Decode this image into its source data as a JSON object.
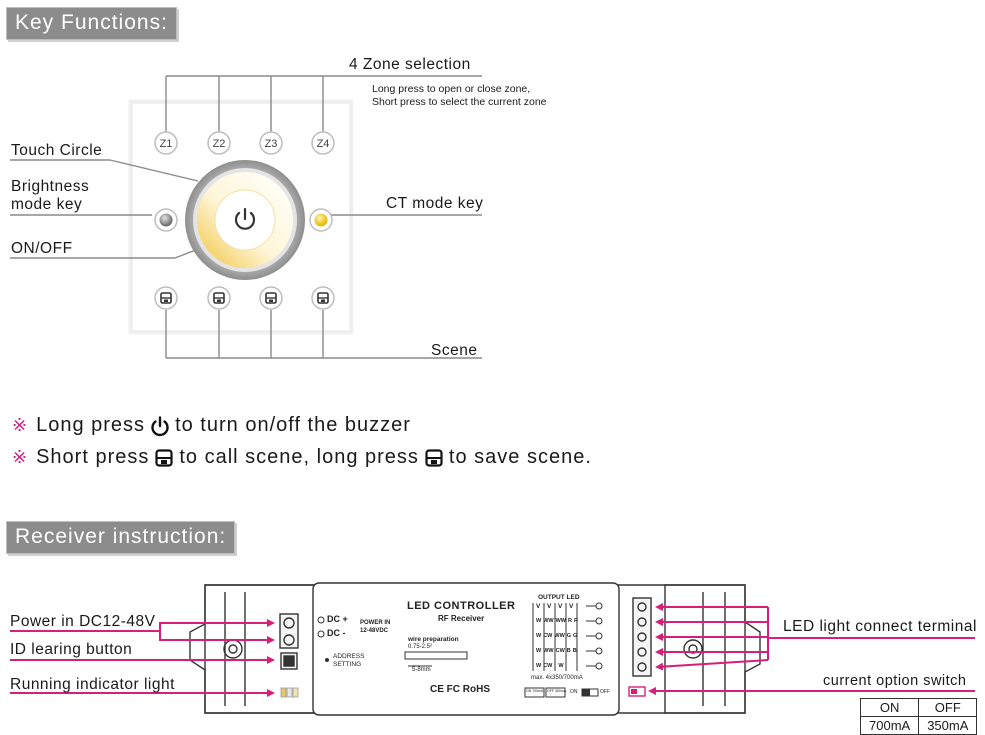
{
  "sections": {
    "key_functions": "Key Functions:",
    "receiver": "Receiver instruction:"
  },
  "panel": {
    "zone_keys": [
      "Z1",
      "Z2",
      "Z3",
      "Z4"
    ],
    "zone_title": "4 Zone selection",
    "zone_desc_1": "Long press to open or close zone,",
    "zone_desc_2": "Short press to select the current zone",
    "touch_circle": "Touch Circle",
    "brightness_1": "Brightness",
    "brightness_2": "mode key",
    "onoff": "ON/OFF",
    "ct_mode": "CT mode key",
    "scene": "Scene"
  },
  "notes": {
    "mark": "※",
    "n1_a": "Long press",
    "n1_b": "to turn on/off the buzzer",
    "n2_a": "Short press",
    "n2_b": "to call scene, long press",
    "n2_c": "to save scene."
  },
  "receiver": {
    "power_in": "Power in DC12-48V",
    "id_button": "ID learing button",
    "running_light": "Running indicator light",
    "led_terminal": "LED light connect terminal",
    "option_switch": "current option switch",
    "switch_table": {
      "headers": [
        "ON",
        "OFF"
      ],
      "values": [
        "700mA",
        "350mA"
      ]
    }
  },
  "device": {
    "dc_plus": "DC +",
    "dc_minus": "DC -",
    "power_in_1": "POWER IN",
    "power_in_2": "12-48VDC",
    "address_1": "ADDRESS",
    "address_2": "SETTING",
    "title": "LED CONTROLLER",
    "subtitle": "RF Receiver",
    "wire_1": "wire preparation",
    "wire_2": "0.75-2.5²",
    "wire_3": "5-8mm",
    "certs": "CE FC RoHS",
    "output_led": "OUTPUT LED",
    "out_cols": [
      "V",
      "V",
      "V",
      "V"
    ],
    "out_rows": [
      [
        "W",
        "WW",
        "WW",
        "R",
        "R"
      ],
      [
        "W",
        "CW",
        "WW",
        "G",
        "G"
      ],
      [
        "W",
        "WW",
        "CW",
        "B",
        "B"
      ],
      [
        "W",
        "CW",
        "",
        "",
        "W"
      ]
    ],
    "max": "max. 4x350/700mA",
    "sw_a": "ON 700mA",
    "sw_b": "OFF 350mA",
    "sw_on": "ON",
    "sw_off": "OFF"
  },
  "colors": {
    "pointer": "#d91e7a",
    "header_bg": "#8c8c8c",
    "warm": "#f5c53a"
  }
}
